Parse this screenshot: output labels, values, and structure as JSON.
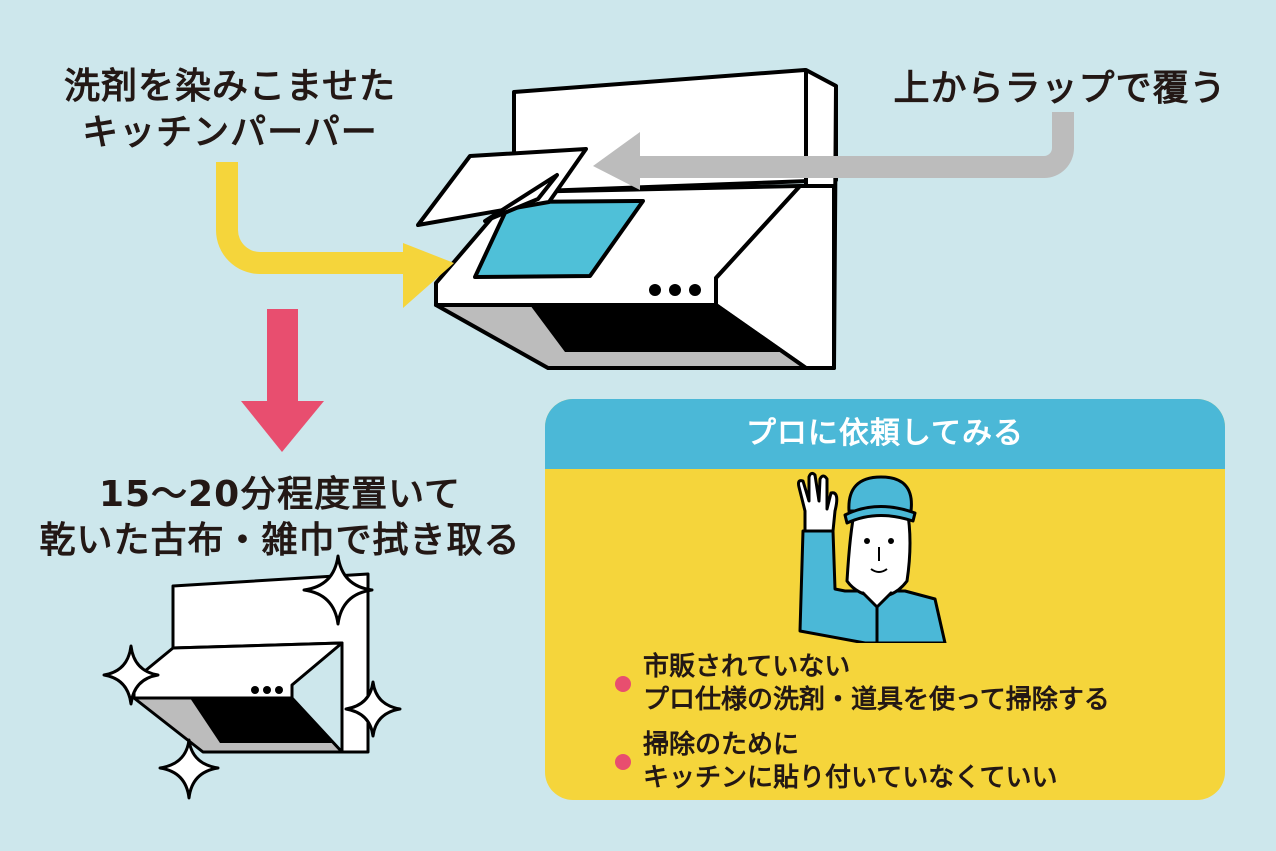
{
  "steps": {
    "paper": {
      "line1": "洗剤を染みこませた",
      "line2": "キッチンパーパー"
    },
    "wrap": {
      "text": "上からラップで覆う"
    },
    "wait": {
      "line1": "15〜20分程度置いて",
      "line2": "乾いた古布・雑巾で拭き取る"
    }
  },
  "pro_box": {
    "title": "プロに依頼してみる",
    "items": [
      {
        "line1": "市販されていない",
        "line2": "プロ仕様の洗剤・道具を使って掃除する"
      },
      {
        "line1": "掃除のために",
        "line2": "キッチンに貼り付いていなくていい"
      }
    ]
  },
  "colors": {
    "background": "#cde7ec",
    "yellow_arrow": "#f5d53b",
    "gray_arrow": "#bcbcbc",
    "red_arrow": "#e84e6f",
    "filter_blue": "#4fc0d8",
    "header_blue": "#4bb8d7",
    "box_yellow": "#f5d53b",
    "bullet_pink": "#e84e6f"
  }
}
